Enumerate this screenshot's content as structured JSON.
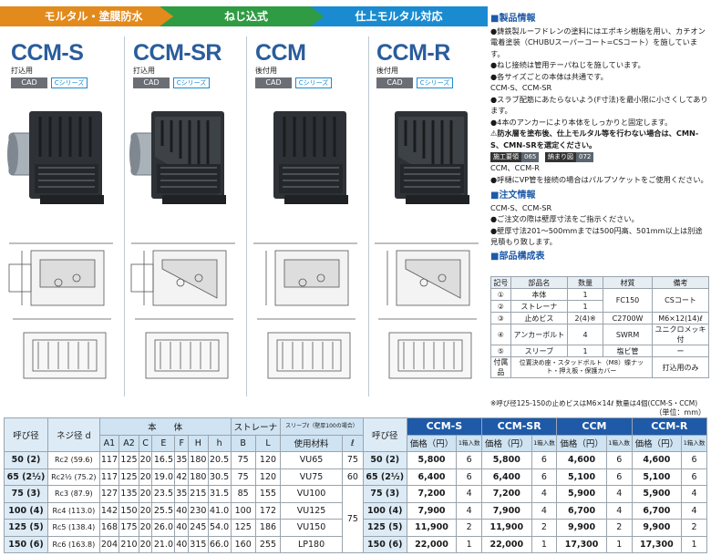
{
  "banner": [
    "モルタル・塗膜防水",
    "ねじ込式",
    "仕上モルタル対応"
  ],
  "models": [
    {
      "name": "CCM-S",
      "sub": "打込用",
      "cad": "CAD",
      "series": "Cシリーズ"
    },
    {
      "name": "CCM-SR",
      "sub": "打込用",
      "cad": "CAD",
      "series": "Cシリーズ"
    },
    {
      "name": "CCM",
      "sub": "後付用",
      "cad": "CAD",
      "series": "Cシリーズ"
    },
    {
      "name": "CCM-R",
      "sub": "後付用",
      "cad": "CAD",
      "series": "Cシリーズ"
    }
  ],
  "info": {
    "h1": "■製品情報",
    "l1": "●鋳鉄製ルーフドレンの塗料にはエポキシ樹脂を用い、カチオン電着塗装（CHUBUスーパーコート=CSコート）を施しています。",
    "l2": "●ねじ接続は管用テーパねじを施しています。",
    "l3": "●各サイズごとの本体は共通です。",
    "l4": "CCM-S、CCM-SR",
    "l5": "●スラブ配筋にあたらないよう(F寸法)を最小限に小さくしてあります。",
    "l6": "●4本のアンカーにより本体をしっかりと固定します。",
    "l7": "⚠防水層を塗布後、仕上モルタル等を行わない場合は、CMN-S、CMN-SRを選定ください。",
    "chip1": "施工要領",
    "n1": "065",
    "chip2": "納まり図",
    "n2": "072",
    "l8": "CCM、CCM-R",
    "l9": "●呼樋にVP管を接続の場合はパルプソケットをご使用ください。",
    "h2": "■注文情報",
    "l10": "CCM-S、CCM-SR",
    "l11": "●ご注文の際は壁厚寸法をご指示ください。",
    "l12": "●壁厚寸法201〜500mmまでは500円高、501mm以上は別途見積もり致します。",
    "h3": "■部品構成表"
  },
  "parts": {
    "headers": [
      "記号",
      "部品名",
      "数量",
      "材質",
      "備考"
    ],
    "rows": [
      [
        "①",
        "本体",
        "1",
        "FC150",
        "CSコート"
      ],
      [
        "②",
        "ストレーナ",
        "1",
        "",
        ""
      ],
      [
        "③",
        "止めビス",
        "2(4)※",
        "C2700W",
        "M6×12(14)ℓ"
      ],
      [
        "④",
        "アンカーボルト",
        "4",
        "SWRM",
        "ユニクロメッキ付"
      ],
      [
        "⑤",
        "スリーブ",
        "1",
        "塩ビ管",
        "ー"
      ]
    ],
    "attach_label": "付属品",
    "attach_desc": "位置決め座・スタッドボルト（M8）蝶ナット・押え板・保護カバー",
    "attach_note": "打込用のみ",
    "note": "※呼び径125-150の止めビスはM6×14ℓ 数量は4個(CCM-S・CCM)"
  },
  "unit": "（単位：mm）",
  "table": {
    "h_yobi": "呼び径",
    "h_neji": "ネジ径 d",
    "h_body": "本　　体",
    "h_strainer": "ストレーナ",
    "h_sleeve": "スリーブℓ（壁厚100の場合）",
    "sub": [
      "A1",
      "A2",
      "C",
      "E",
      "F",
      "H",
      "h",
      "B",
      "L",
      "使用材料",
      "ℓ"
    ],
    "models": [
      "CCM-S",
      "CCM-SR",
      "CCM",
      "CCM-R"
    ],
    "price": "価格（円）",
    "qty": "1箱入数",
    "rows": [
      [
        "50 (2)",
        "Rc2 (59.6)",
        "117",
        "125",
        "20",
        "16.5",
        "35",
        "180",
        "20.5",
        "75",
        "120",
        "VU65",
        "75",
        "50 (2)",
        "5,800",
        "6",
        "5,800",
        "6",
        "4,600",
        "6",
        "4,600",
        "6"
      ],
      [
        "65 (2½)",
        "Rc2½ (75.2)",
        "117",
        "125",
        "20",
        "19.0",
        "42",
        "180",
        "30.5",
        "75",
        "120",
        "VU75",
        "60",
        "65 (2½)",
        "6,400",
        "6",
        "6,400",
        "6",
        "5,100",
        "6",
        "5,100",
        "6"
      ],
      [
        "75 (3)",
        "Rc3 (87.9)",
        "127",
        "135",
        "20",
        "23.5",
        "35",
        "215",
        "31.5",
        "85",
        "155",
        "VU100",
        "",
        "75 (3)",
        "7,200",
        "4",
        "7,200",
        "4",
        "5,900",
        "4",
        "5,900",
        "4"
      ],
      [
        "100 (4)",
        "Rc4 (113.0)",
        "142",
        "150",
        "20",
        "25.5",
        "40",
        "230",
        "41.0",
        "100",
        "172",
        "VU125",
        "75",
        "100 (4)",
        "7,900",
        "4",
        "7,900",
        "4",
        "6,700",
        "4",
        "6,700",
        "4"
      ],
      [
        "125 (5)",
        "Rc5 (138.4)",
        "168",
        "175",
        "20",
        "26.0",
        "40",
        "245",
        "54.0",
        "125",
        "186",
        "VU150",
        "",
        "125 (5)",
        "11,900",
        "2",
        "11,900",
        "2",
        "9,900",
        "2",
        "9,900",
        "2"
      ],
      [
        "150 (6)",
        "Rc6 (163.8)",
        "204",
        "210",
        "20",
        "21.0",
        "40",
        "315",
        "66.0",
        "160",
        "255",
        "LP180",
        "",
        "150 (6)",
        "22,000",
        "1",
        "22,000",
        "1",
        "17,300",
        "1",
        "17,300",
        "1"
      ]
    ]
  }
}
